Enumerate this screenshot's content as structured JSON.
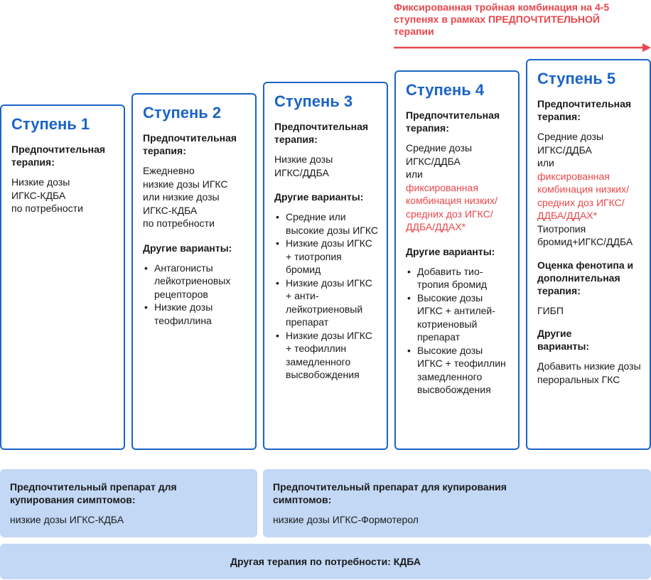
{
  "top_note": "Фиксированная тройная комбинация на 4-5 ступенях в рамках ПРЕДПОЧТИТЕЛЬНОЙ терапии",
  "colors": {
    "accent_blue": "#1b64c8",
    "accent_red": "#e8474c",
    "panel_blue": "#c3d8f5"
  },
  "steps": [
    {
      "title": "Ступень 1",
      "pref_label": "Предпочтительная терапия:",
      "pref_lines": [
        "Низкие дозы",
        "ИГКС-КДБА",
        "по потребности"
      ]
    },
    {
      "title": "Ступень 2",
      "pref_label": "Предпочтительная терапия:",
      "pref_lines": [
        "Ежедневно",
        "низкие дозы ИГКС",
        "или низкие дозы",
        "ИГКС-КДБА",
        "по потребности"
      ],
      "other_label": "Другие варианты:",
      "other_items": [
        "Антагонисты лейкотриеновых рецепторов",
        "Низкие дозы теофиллина"
      ]
    },
    {
      "title": "Ступень 3",
      "pref_label": "Предпочтительная терапия:",
      "pref_lines": [
        "Низкие дозы",
        "ИГКС/ДДБА"
      ],
      "other_label": "Другие варианты:",
      "other_items": [
        "Средние или высокие дозы ИГКС",
        "Низкие дозы ИГКС + тиотропия бромид",
        "Низкие дозы ИГКС + анти-лейкотриеновый препарат",
        "Низкие дозы ИГКС + теофиллин замедленного высвобождения"
      ]
    },
    {
      "title": "Ступень 4",
      "pref_label": "Предпочтительная терапия:",
      "pref_lines": [
        "Средние дозы",
        "ИГКС/ДДБА",
        "или"
      ],
      "pref_red": "фиксированная комбинация низких/средних доз ИГКС/ДДБА/ДДАХ*",
      "other_label": "Другие варианты:",
      "other_items": [
        "Добавить тио-тропия бромид",
        "Высокие дозы ИГКС + антилей-котриеновый препарат",
        "Высокие дозы ИГКС + теофиллин замедленного высвобождения"
      ]
    },
    {
      "title": "Ступень 5",
      "pref_label": "Предпочтительная терапия:",
      "pref_lines": [
        "Средние дозы",
        "ИГКС/ДДБА",
        "или"
      ],
      "pref_red": "фиксированная комбинация низких/средних доз ИГКС/ДДБА/ДДАХ*",
      "pref_after": "Тиотропия бромид+ИГКС/ДДБА",
      "pheno_label": "Оценка фенотипа и дополнительная терапия:",
      "pheno_text": "ГИБП",
      "other_label": "Другие варианты:",
      "other_text": "Добавить низкие дозы пероральных ГКС"
    }
  ],
  "reliever_1_2": {
    "label": "Предпочтительный препарат для купирования симптомов:",
    "text": "низкие дозы ИГКС-КДБА"
  },
  "reliever_3_5": {
    "label": "Предпочтительный препарат для купирования симптомов:",
    "text": "низкие дозы ИГКС-Формотерол"
  },
  "other_therapy": "Другая терапия по потребности: КДБА"
}
